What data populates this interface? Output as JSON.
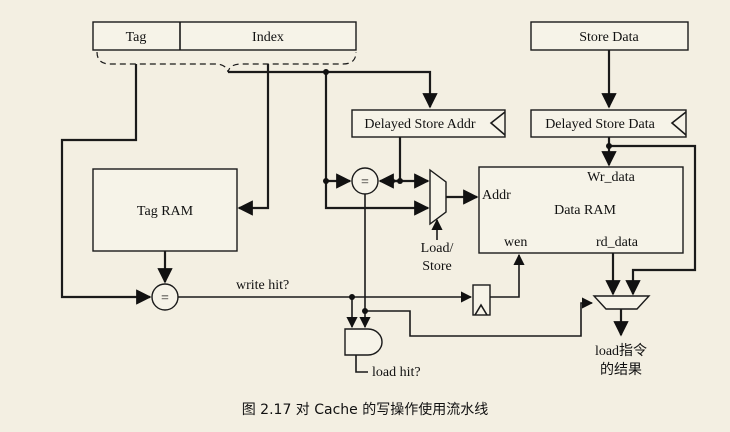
{
  "labels": {
    "tag": "Tag",
    "index": "Index",
    "store_data": "Store Data",
    "delayed_store_addr": "Delayed Store Addr",
    "delayed_store_data": "Delayed Store Data",
    "tag_ram": "Tag RAM",
    "data_ram": "Data RAM",
    "wr_data": "Wr_data",
    "addr": "Addr",
    "wen": "wen",
    "rd_data": "rd_data",
    "load_store_1": "Load/",
    "load_store_2": "Store",
    "write_hit": "write hit?",
    "load_hit": "load hit?",
    "load_result_1": "load指令",
    "load_result_2": "的结果",
    "eq": "="
  },
  "caption": "图 2.17   对 Cache 的写操作使用流水线"
}
